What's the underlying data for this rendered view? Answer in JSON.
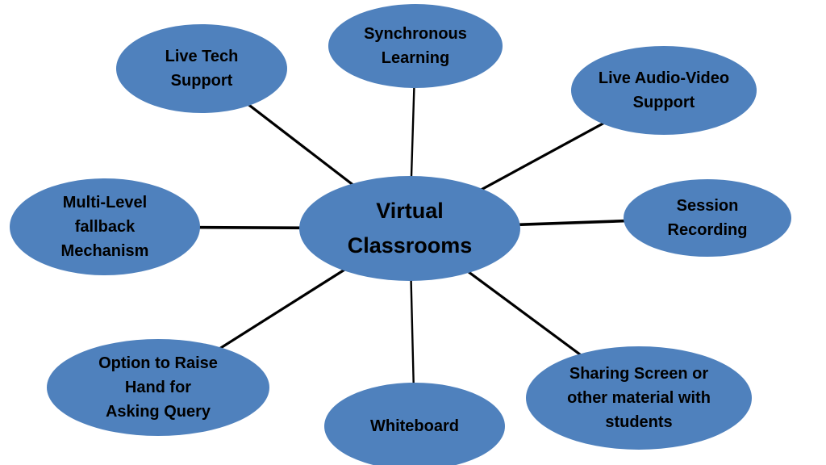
{
  "diagram": {
    "type": "mind-map",
    "background_color": "#ffffff",
    "node_fill_color": "#4f81bd",
    "connector_color": "#000000",
    "text_color": "#000000",
    "center": {
      "label": "Virtual\nClassrooms"
    },
    "nodes": {
      "live_tech_support": {
        "label": "Live Tech\nSupport"
      },
      "synchronous_learning": {
        "label": "Synchronous\nLearning"
      },
      "live_audio_video_support": {
        "label": "Live Audio-Video\nSupport"
      },
      "session_recording": {
        "label": "Session\nRecording"
      },
      "sharing_screen": {
        "label": "Sharing Screen or\nother material with\nstudents"
      },
      "whiteboard": {
        "label": "Whiteboard"
      },
      "option_raise_hand": {
        "label": "Option to Raise\nHand for\nAsking Query"
      },
      "multi_level_fallback": {
        "label": "Multi-Level\nfallback\nMechanism"
      }
    }
  }
}
